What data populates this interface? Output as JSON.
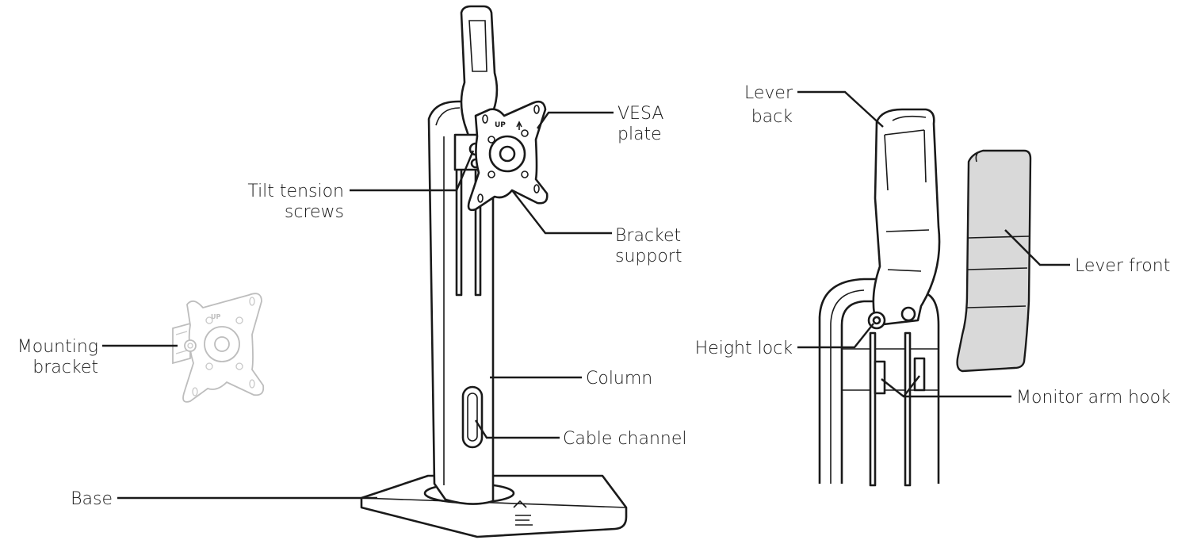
{
  "labels": {
    "vesa_plate": [
      "VESA",
      "plate"
    ],
    "tilt_tension_screws": [
      "Tilt tension",
      "screws"
    ],
    "bracket_support": [
      "Bracket",
      "support"
    ],
    "mounting_bracket": [
      "Mounting",
      "bracket"
    ],
    "column": "Column",
    "cable_channel": "Cable channel",
    "base": "Base",
    "lever_back": [
      "Lever",
      "back"
    ],
    "lever_front": "Lever front",
    "height_lock": "Height lock",
    "monitor_arm_hook": "Monitor arm hook"
  },
  "plate_marking": "UP",
  "colors": {
    "line": "#1a1a1a",
    "faded": "#bdbdbd",
    "fill_grey": "#d9d9d9"
  }
}
